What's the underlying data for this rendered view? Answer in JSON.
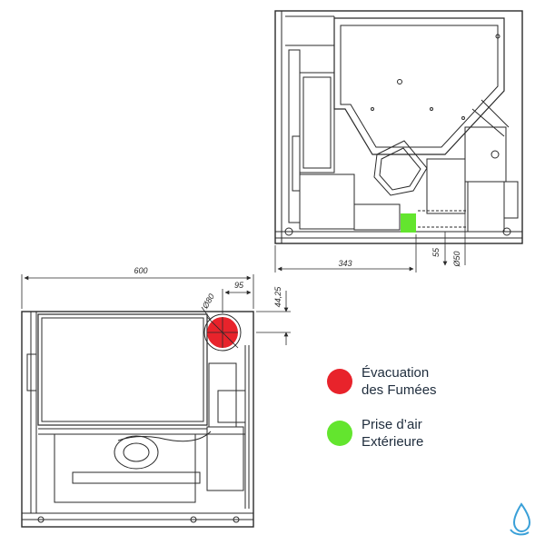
{
  "dimensions": {
    "top_width": "343",
    "top_offset": "55",
    "top_diameter": "Ø50",
    "bottom_width": "600",
    "bottom_offset": "95",
    "bottom_height": "44,25",
    "bottom_diameter": "Ø80"
  },
  "legend": [
    {
      "color": "#e8232b",
      "line1": "Évacuation",
      "line2": "des Fumées"
    },
    {
      "color": "#63e52e",
      "line1": "Prise d’air",
      "line2": "Extérieure"
    }
  ],
  "colors": {
    "line": "#2a2a2a",
    "fume_outlet": "#e8232b",
    "air_inlet": "#63e52e",
    "logo": "#3aa0d8"
  },
  "icons": {
    "logo": "water-drop-logo-icon"
  }
}
